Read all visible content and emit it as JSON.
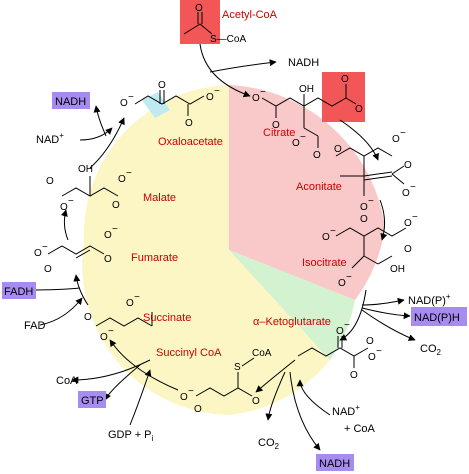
{
  "colors": {
    "wedge_yellow": "#fbf6c4",
    "wedge_pink": "#f9c9c9",
    "wedge_green": "#d3f2cf",
    "wedge_cyan": "#bfeaf2",
    "highlight_red": "#f35656",
    "product_box": "#a68cf0",
    "label_red": "#cc0000"
  },
  "acetyl": {
    "name": "Acetyl-CoA",
    "o": "O",
    "s_coa": "S—CoA"
  },
  "intermediates": [
    {
      "id": "citrate",
      "label": "Citrate"
    },
    {
      "id": "aconitate",
      "label": "Aconitate"
    },
    {
      "id": "isocitrate",
      "label": "Isocitrate"
    },
    {
      "id": "ketoglutarate",
      "label": "α–Ketoglutarate"
    },
    {
      "id": "succinyl",
      "label": "Succinyl CoA"
    },
    {
      "id": "succinate",
      "label": "Succinate"
    },
    {
      "id": "fumarate",
      "label": "Fumarate"
    },
    {
      "id": "malate",
      "label": "Malate"
    },
    {
      "id": "oxaloacetate",
      "label": "Oxaloacetate"
    }
  ],
  "products": [
    {
      "id": "nadh-top",
      "label": "NADH"
    },
    {
      "id": "fadh",
      "label": "FADH"
    },
    {
      "id": "gtp",
      "label": "GTP"
    },
    {
      "id": "nadph",
      "label": "NAD(P)H"
    },
    {
      "id": "nadh-bottom",
      "label": "NADH"
    }
  ],
  "cofactors": {
    "nadh_top_out": "NADH",
    "nad_left": "NAD",
    "nad_left_sup": "+",
    "fad": "FAD",
    "coa_left": "CoA",
    "gdp": "GDP + P",
    "gdp_sub": "i",
    "nadp": "NAD(P)",
    "nadp_sup": "+",
    "co2_right": "CO",
    "co2_right_sub": "2",
    "nad_bottom": "NAD",
    "nad_bottom_sup": "+",
    "coa_bottom": "+ CoA",
    "co2_bottom": "CO",
    "co2_bottom_sub": "2"
  },
  "atoms": {
    "o": "O",
    "o_minus": "O",
    "minus": "−",
    "oh": "OH",
    "s": "S",
    "coa": "CoA"
  }
}
